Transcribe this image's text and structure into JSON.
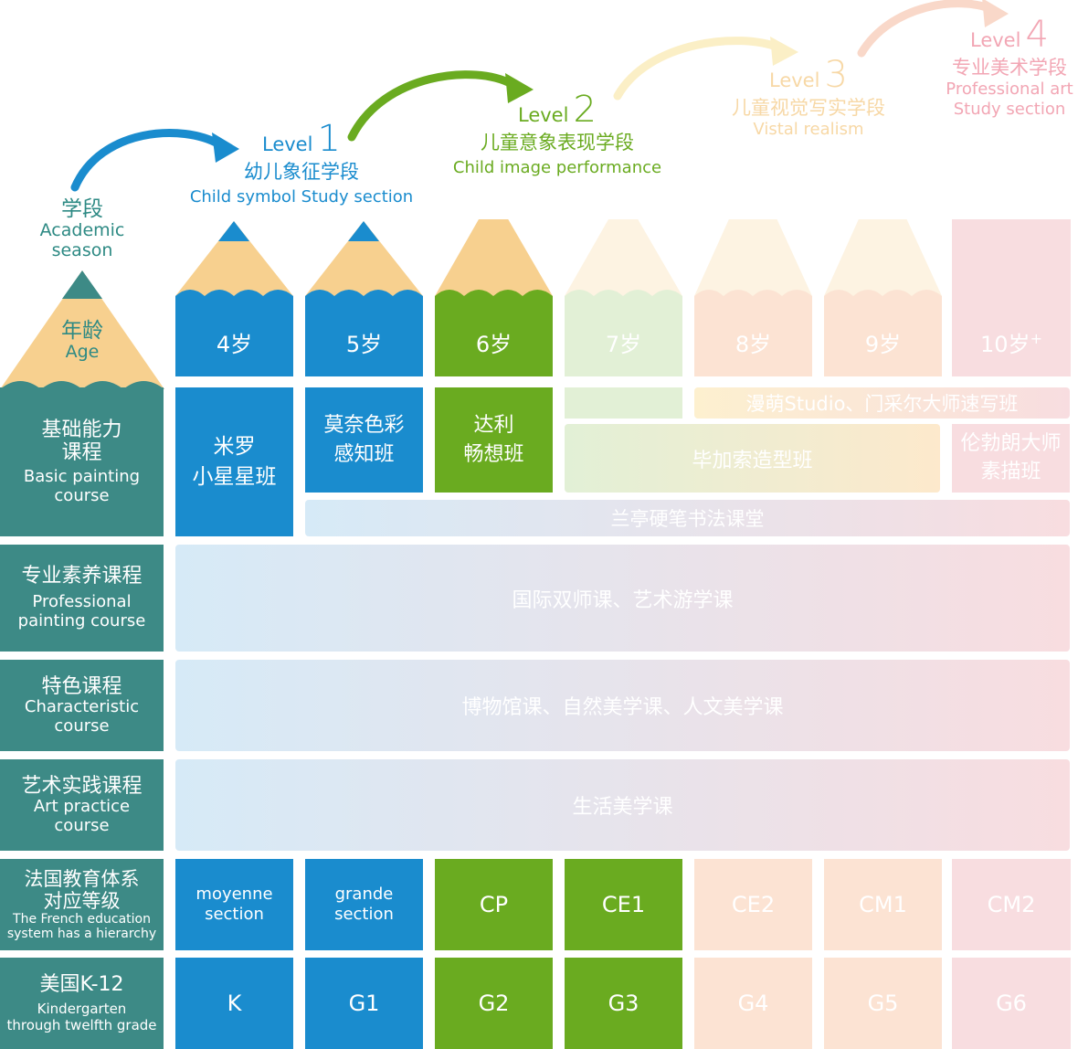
{
  "academic": {
    "zh": "学段",
    "en1": "Academic",
    "en2": "season"
  },
  "age_header": {
    "zh": "年龄",
    "en": "Age"
  },
  "levels": [
    {
      "word": "Level",
      "num": "1",
      "zh": "幼儿象征学段",
      "en": "Child  symbol Study section",
      "color": "#1a8cce"
    },
    {
      "word": "Level",
      "num": "2",
      "zh": "儿童意象表现学段",
      "en": "Child image performance",
      "color": "#6aab20"
    },
    {
      "word": "Level",
      "num": "3",
      "zh": "儿童视觉写实学段",
      "en": "Vistal realism",
      "color": "#f7d8a6"
    },
    {
      "word": "Level",
      "num": "4",
      "zh": "专业美术学段",
      "en1": "Professional art",
      "en2": "Study section",
      "color": "#f2a6b4"
    }
  ],
  "ages": [
    "4岁",
    "5岁",
    "6岁",
    "7岁",
    "8岁",
    "9岁",
    "10岁"
  ],
  "age_plus": "+",
  "row_labels": {
    "basic": {
      "zh1": "基础能力",
      "zh2": "课程",
      "en1": "Basic painting",
      "en2": "course"
    },
    "professional": {
      "zh": "专业素养课程",
      "en1": "Professional",
      "en2": "painting course"
    },
    "characteristic": {
      "zh": "特色课程",
      "en1": "Characteristic",
      "en2": "course"
    },
    "practice": {
      "zh": "艺术实践课程",
      "en1": "Art practice",
      "en2": "course"
    },
    "french": {
      "zh1": "法国教育体系",
      "zh2": "对应等级",
      "en1": "The French education",
      "en2": "system has a hierarchy"
    },
    "us": {
      "zh": "美国K-12",
      "en1": "Kindergarten",
      "en2": "through twelfth grade"
    }
  },
  "basic_courses": {
    "miro": [
      "米罗",
      "小星星班"
    ],
    "monet": [
      "莫奈色彩",
      "感知班"
    ],
    "dali": [
      "达利",
      "畅想班"
    ],
    "studio": "漫萌Studio、门采尔大师速写班",
    "picasso": "毕加索造型班",
    "rembrandt": [
      "伦勃朗大师",
      "素描班"
    ],
    "lanting": "兰亭硬笔书法课堂"
  },
  "professional_course": "国际双师课、艺术游学课",
  "characteristic_course": "博物馆课、自然美学课、人文美学课",
  "practice_course": "生活美学课",
  "french_levels": [
    [
      "moyenne",
      "section"
    ],
    [
      "grande",
      "section"
    ],
    [
      "CP"
    ],
    [
      "CE1"
    ],
    [
      "CE2"
    ],
    [
      "CM1"
    ],
    [
      "CM2"
    ]
  ],
  "us_grades": [
    "K",
    "G1",
    "G2",
    "G3",
    "G4",
    "G5",
    "G6"
  ],
  "colors": {
    "teal": "#3d8a86",
    "blue": "#1a8cce",
    "green": "#6aab20",
    "pale_green": "#e2f0d6",
    "peach": "#fce3d3",
    "pink": "#f8dde0",
    "wood": "#f7d08f"
  }
}
